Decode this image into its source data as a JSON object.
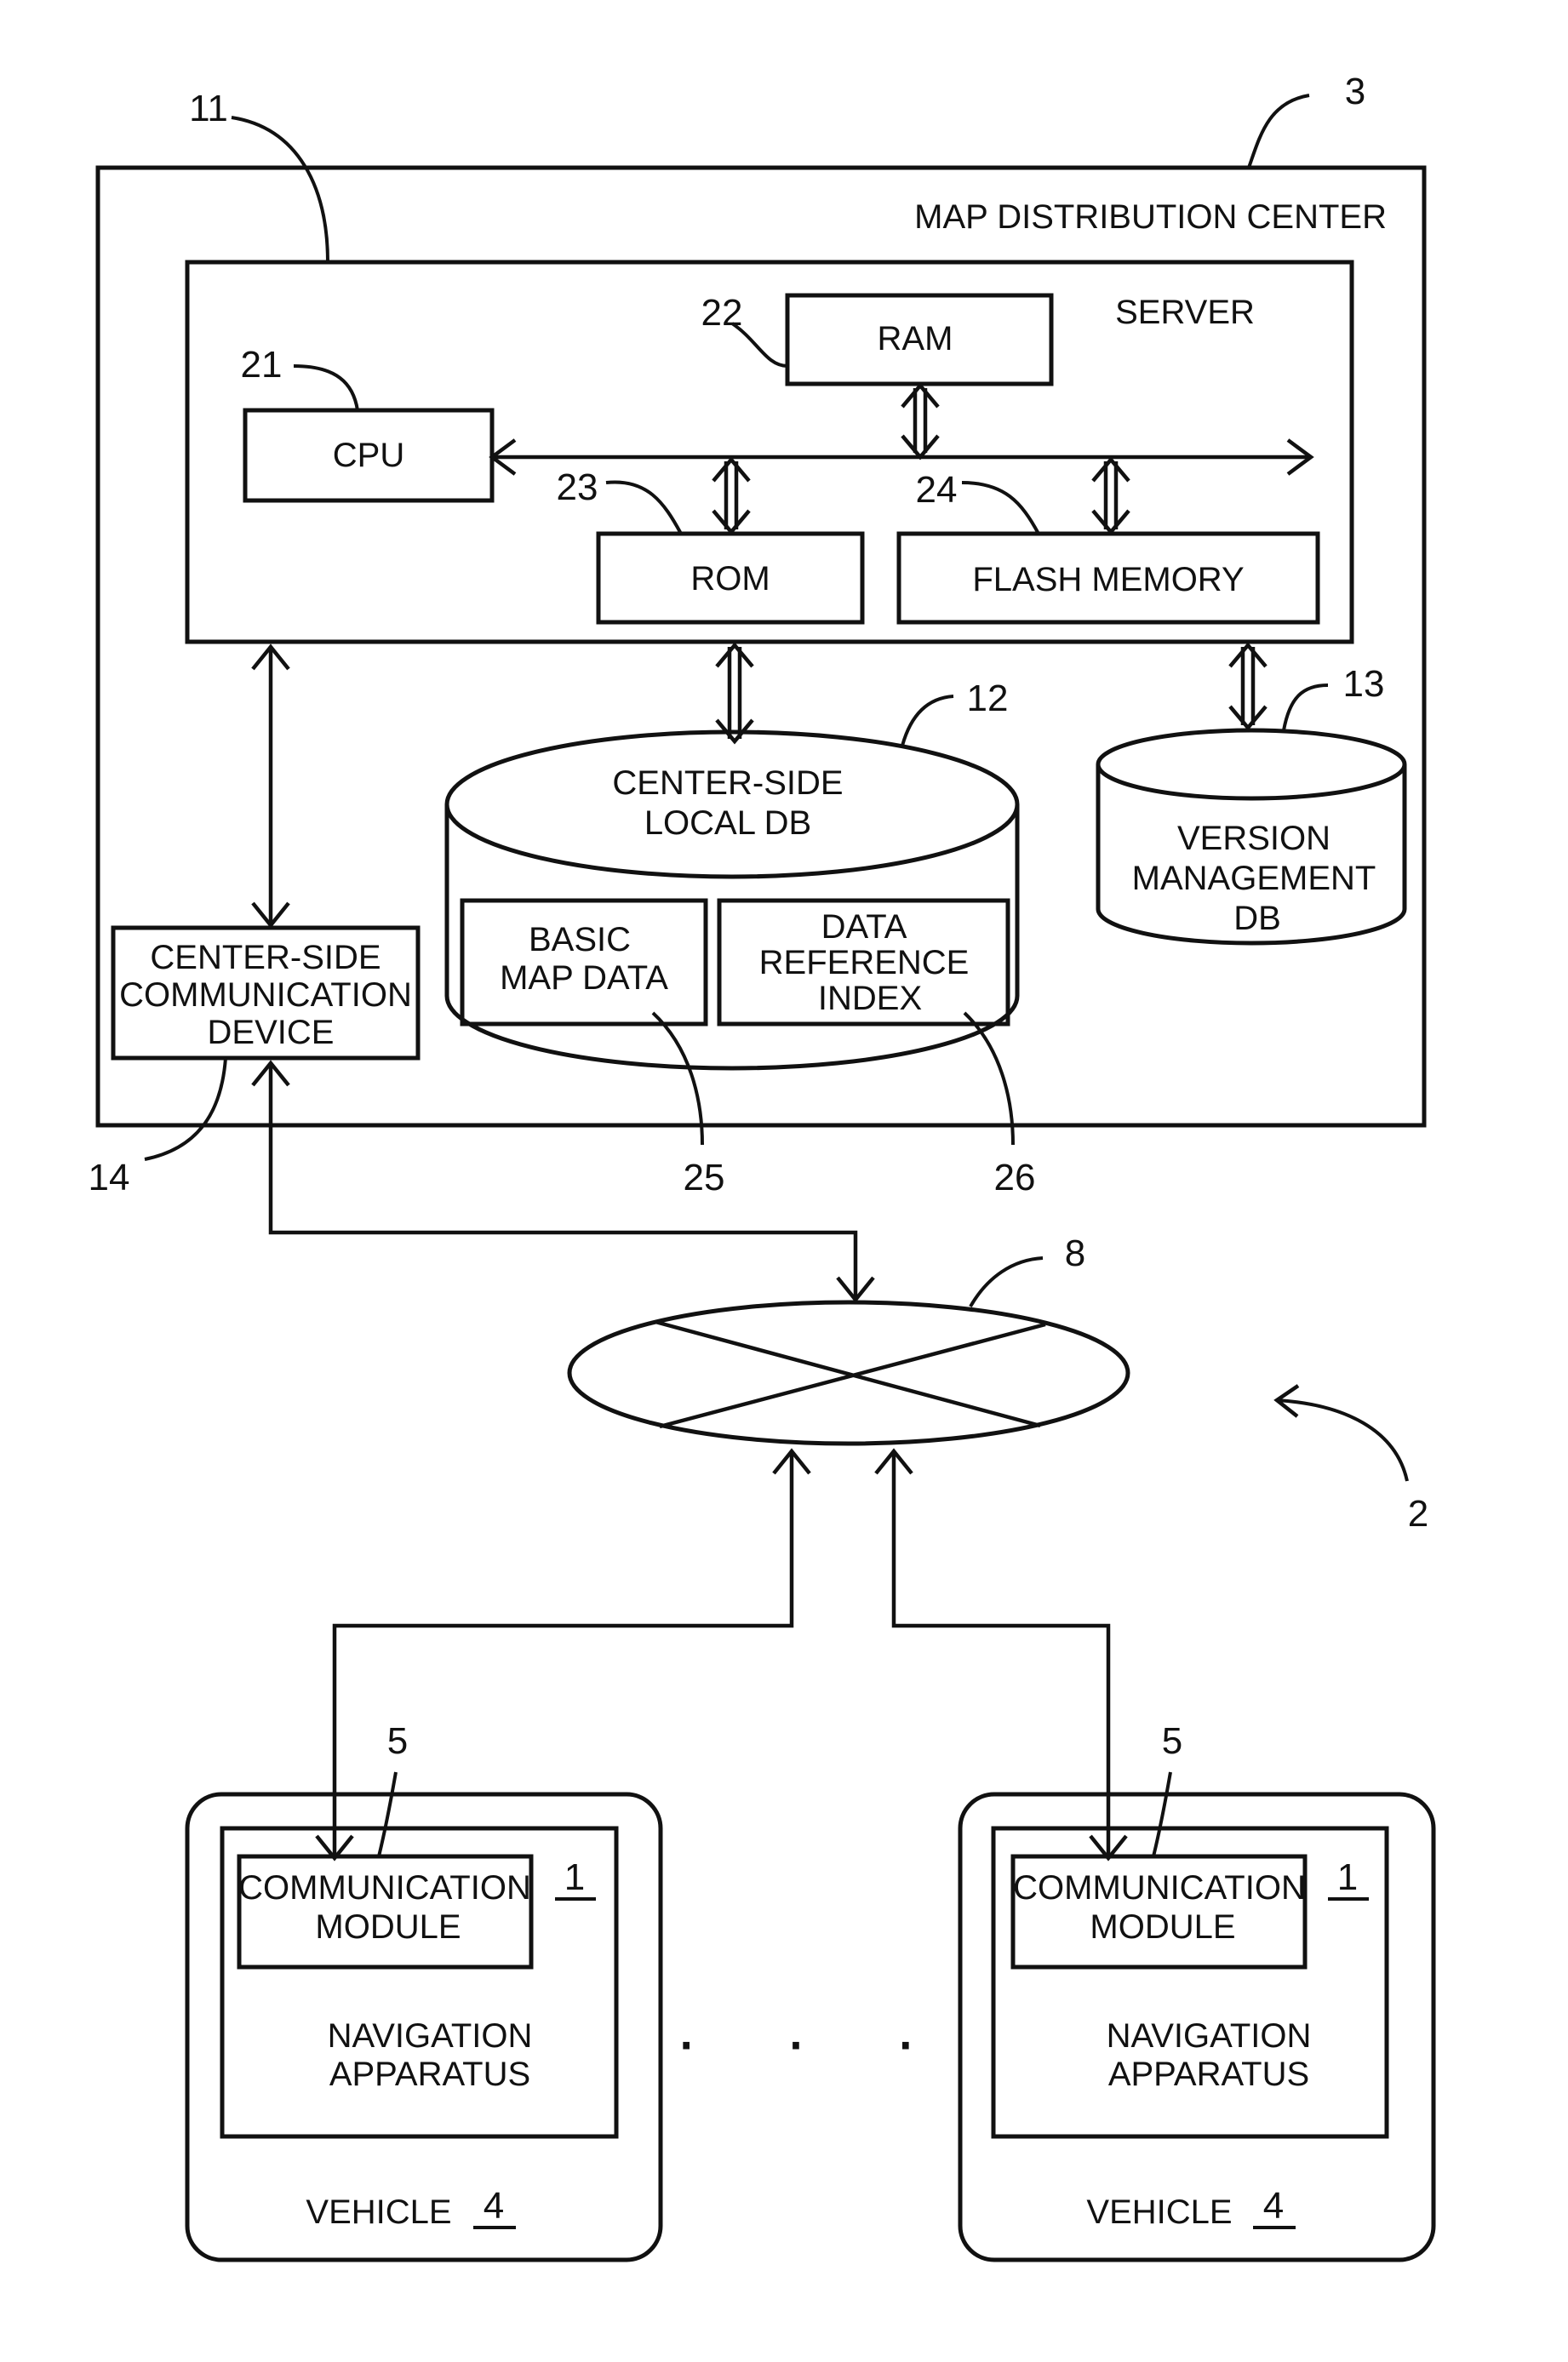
{
  "labels": {
    "map_center": "MAP DISTRIBUTION CENTER",
    "server": "SERVER",
    "ram": "RAM",
    "cpu": "CPU",
    "rom": "ROM",
    "flash": "FLASH MEMORY",
    "local_db": [
      "CENTER-SIDE",
      "LOCAL DB"
    ],
    "basic_map": [
      "BASIC",
      "MAP DATA"
    ],
    "data_ref": [
      "DATA",
      "REFERENCE",
      "INDEX"
    ],
    "version_db": [
      "VERSION",
      "MANAGEMENT",
      "DB"
    ],
    "comm_device": [
      "CENTER-SIDE",
      "COMMUNICATION",
      "DEVICE"
    ],
    "comm_module": [
      "COMMUNICATION",
      "MODULE"
    ],
    "nav_apparatus": [
      "NAVIGATION",
      "APPARATUS"
    ],
    "vehicle": "VEHICLE"
  },
  "refs": {
    "center": "3",
    "server": "11",
    "cpu": "21",
    "ram": "22",
    "rom": "23",
    "flash": "24",
    "local_db": "12",
    "version_db": "13",
    "comm_device": "14",
    "basic_map": "25",
    "data_ref": "26",
    "network": "8",
    "system": "2",
    "comm_module": "5",
    "nav": "1",
    "vehicle": "4"
  },
  "ellipsis": "· · ·"
}
